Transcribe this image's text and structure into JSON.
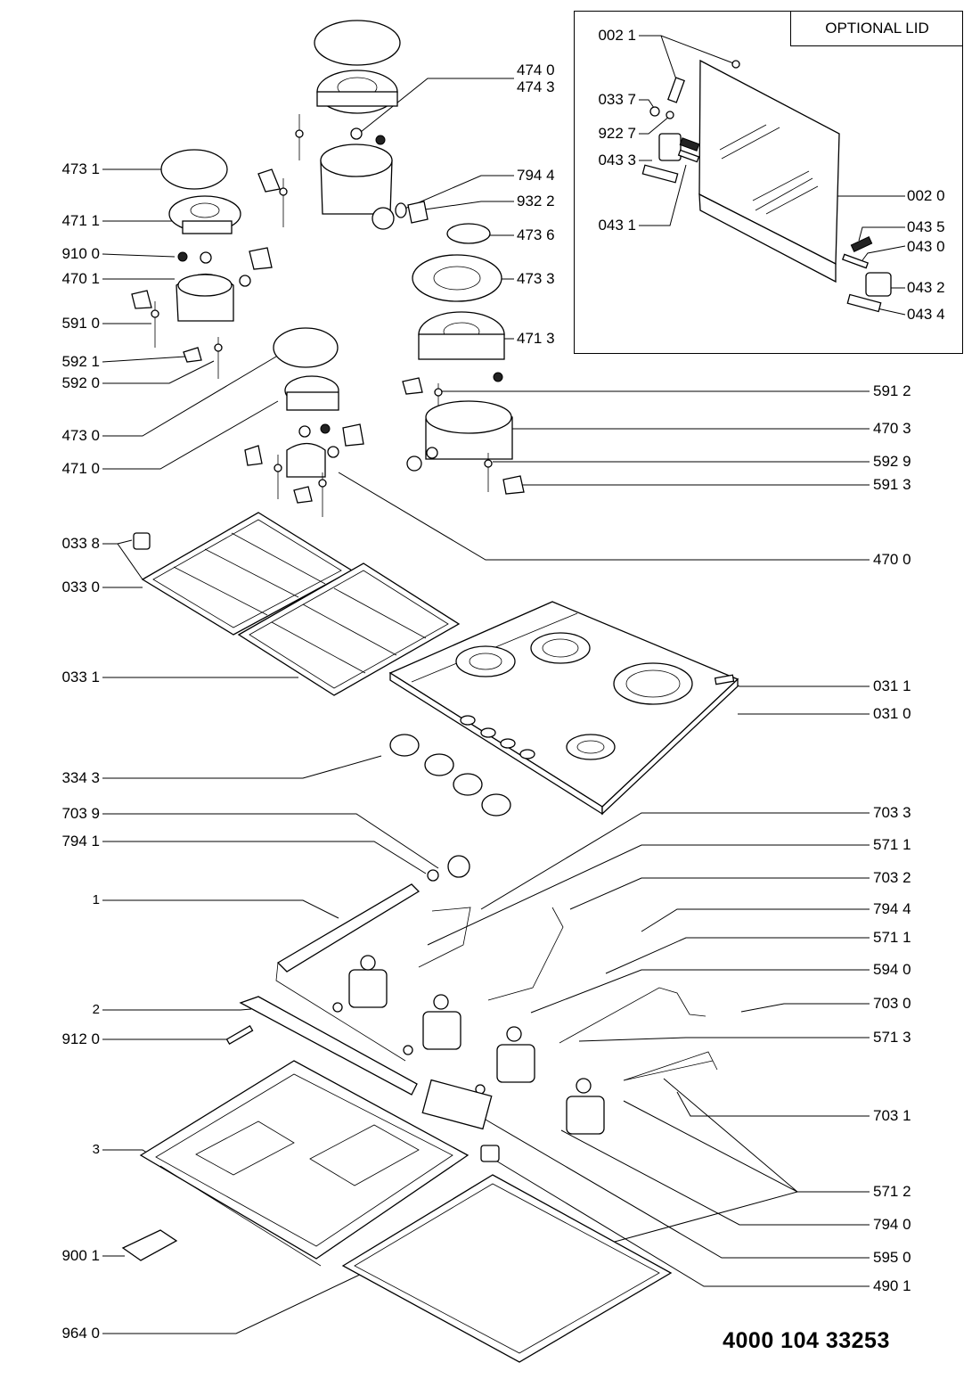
{
  "lid_title": "OPTIONAL LID",
  "document_number": "4000 104 33253",
  "labels": {
    "l_002_1": "002 1",
    "l_033_7": "033 7",
    "l_922_7": "922 7",
    "l_043_3": "043 3",
    "l_043_1": "043 1",
    "l_002_0": "002 0",
    "l_043_5": "043 5",
    "l_043_0": "043 0",
    "l_043_2": "043 2",
    "l_043_4": "043 4",
    "l_474_0": "474 0",
    "l_474_3": "474 3",
    "l_473_1": "473 1",
    "l_794_4a": "794 4",
    "l_932_2": "932 2",
    "l_471_1": "471 1",
    "l_473_6": "473 6",
    "l_910_0": "910 0",
    "l_470_1": "470 1",
    "l_473_3": "473 3",
    "l_591_0": "591 0",
    "l_471_3": "471 3",
    "l_592_1": "592 1",
    "l_592_0": "592 0",
    "l_591_2": "591 2",
    "l_473_0": "473 0",
    "l_470_3": "470 3",
    "l_471_0": "471 0",
    "l_592_9": "592 9",
    "l_591_3": "591 3",
    "l_033_8": "033 8",
    "l_470_0": "470 0",
    "l_033_0": "033 0",
    "l_033_1": "033 1",
    "l_031_1": "031 1",
    "l_031_0": "031 0",
    "l_334_3": "334 3",
    "l_703_9": "703 9",
    "l_703_3": "703 3",
    "l_794_1": "794 1",
    "l_571_1a": "571 1",
    "l_1": "1",
    "l_703_2": "703 2",
    "l_794_4b": "794 4",
    "l_571_1b": "571 1",
    "l_594_0": "594 0",
    "l_2": "2",
    "l_703_0": "703 0",
    "l_912_0": "912 0",
    "l_571_3": "571 3",
    "l_703_1": "703 1",
    "l_3": "3",
    "l_571_2": "571 2",
    "l_794_0": "794 0",
    "l_900_1": "900 1",
    "l_595_0": "595 0",
    "l_490_1": "490 1",
    "l_964_0": "964 0"
  }
}
